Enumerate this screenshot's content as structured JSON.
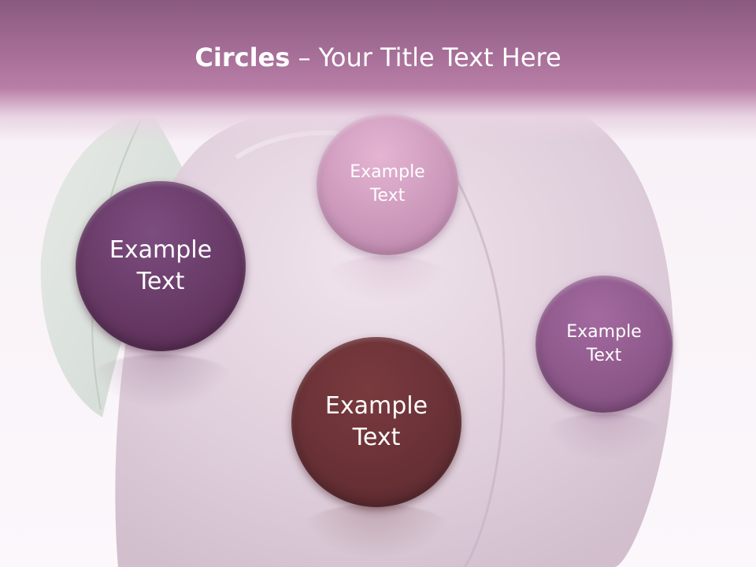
{
  "title": {
    "bold": "Circles",
    "rest": " – Your Title Text Here"
  },
  "circles": [
    {
      "label": "Example\nText",
      "color_top": "#7c4d80",
      "color_bottom": "#56294f"
    },
    {
      "label": "Example\nText",
      "color_top": "#e4b4d2",
      "color_bottom": "#b982a9"
    },
    {
      "label": "Example\nText",
      "color_top": "#a36a9f",
      "color_bottom": "#7c4a7a"
    },
    {
      "label": "Example\nText",
      "color_top": "#7a3a3e",
      "color_bottom": "#5b2a30"
    }
  ],
  "icons": {
    "background": "plum-leaf-illustration"
  }
}
